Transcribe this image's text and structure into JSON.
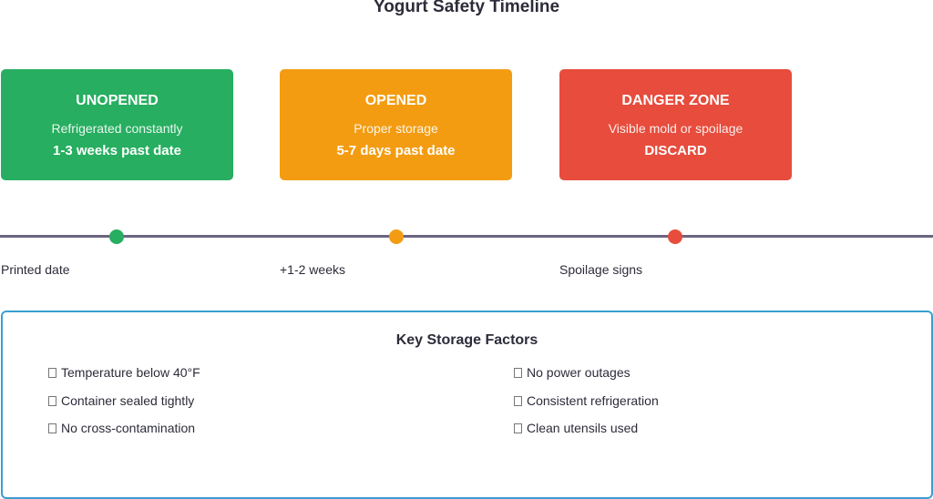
{
  "title": "Yogurt Safety Timeline",
  "cards": [
    {
      "heading": "UNOPENED",
      "subtitle": "Refrigerated constantly",
      "detail": "1-3 weeks past date",
      "color": "#27ae60"
    },
    {
      "heading": "OPENED",
      "subtitle": "Proper storage",
      "detail": "5-7 days past date",
      "color": "#f39c12"
    },
    {
      "heading": "DANGER ZONE",
      "subtitle": "Visible mold or spoilage",
      "detail": "DISCARD",
      "color": "#e74c3c"
    }
  ],
  "timeline": {
    "labels": [
      "Printed date",
      "+1-2 weeks",
      "Spoilage signs"
    ],
    "line_color": "#6b6580"
  },
  "factors": {
    "heading": "Key Storage Factors",
    "icon": "missing-glyph-box",
    "left": [
      "Temperature below 40°F",
      "Container sealed tightly",
      "No cross-contamination"
    ],
    "right": [
      "No power outages",
      "Consistent refrigeration",
      "Clean utensils used"
    ],
    "border_color": "#3a9fd1"
  }
}
